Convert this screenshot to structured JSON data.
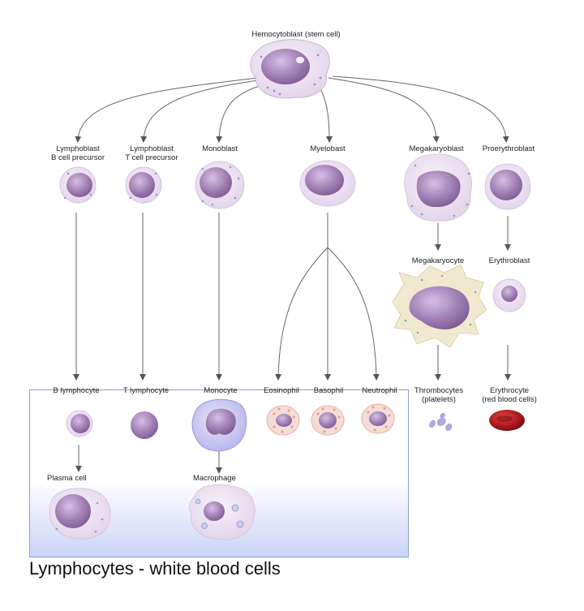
{
  "caption": "Lymphocytes - white blood cells",
  "colors": {
    "cell_body": "#ece1f0",
    "nucleus": "#a17fb5",
    "granule": "#8a9ac8",
    "box_gradient_bottom": "#c9d4f7",
    "erythrocyte": "#b0161c",
    "eosinophil_granules": "#e59a8a",
    "platelets": "#9a8ed6"
  },
  "labels": {
    "hemocytoblast": "Hemocytoblast (stem cell)",
    "lymphoblast_b_1": "Lymphoblast",
    "lymphoblast_b_2": "B cell precursor",
    "lymphoblast_t_1": "Lymphoblast",
    "lymphoblast_t_2": "T cell precursor",
    "monoblast": "Monoblast",
    "myelobast": "Myelobast",
    "megakaryoblast": "Megakaryoblast",
    "proerythroblast": "Proerythroblast",
    "megakaryocyte": "Megakaryocyte",
    "erythroblast": "Erythroblast",
    "b_lymphocyte": "B lymphocyte",
    "t_lymphocyte": "T lymphocyte",
    "monocyte": "Monocyte",
    "eosinophil": "Eosinophil",
    "basophil": "Basophil",
    "neutrophil": "Neutrophil",
    "thrombocytes_1": "Thrombocytes",
    "thrombocytes_2": "(platelets)",
    "erythrocyte_1": "Erythrocyte",
    "erythrocyte_2": "(red blood cells)",
    "plasma_cell": "Plasma cell",
    "macrophage": "Macrophage"
  }
}
